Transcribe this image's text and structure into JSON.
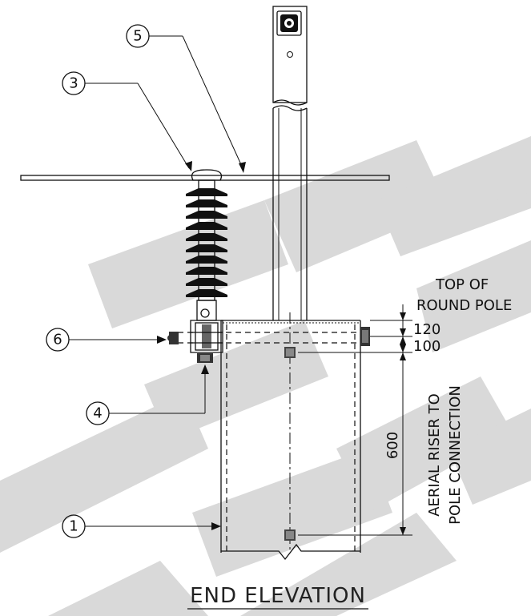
{
  "title": "END ELEVATION",
  "callouts": [
    {
      "id": "c1",
      "num": "1"
    },
    {
      "id": "c3",
      "num": "3"
    },
    {
      "id": "c4",
      "num": "4"
    },
    {
      "id": "c5",
      "num": "5"
    },
    {
      "id": "c6",
      "num": "6"
    }
  ],
  "dimensions": {
    "d120": "120",
    "d100": "100",
    "d600": "600"
  },
  "notes": {
    "top_of_pole_line1": "TOP OF",
    "top_of_pole_line2": "ROUND POLE",
    "riser_line1": "AERIAL RISER TO",
    "riser_line2": "POLE CONNECTION"
  },
  "colors": {
    "ink": "#111111",
    "watermark": "#d9d9d9"
  }
}
